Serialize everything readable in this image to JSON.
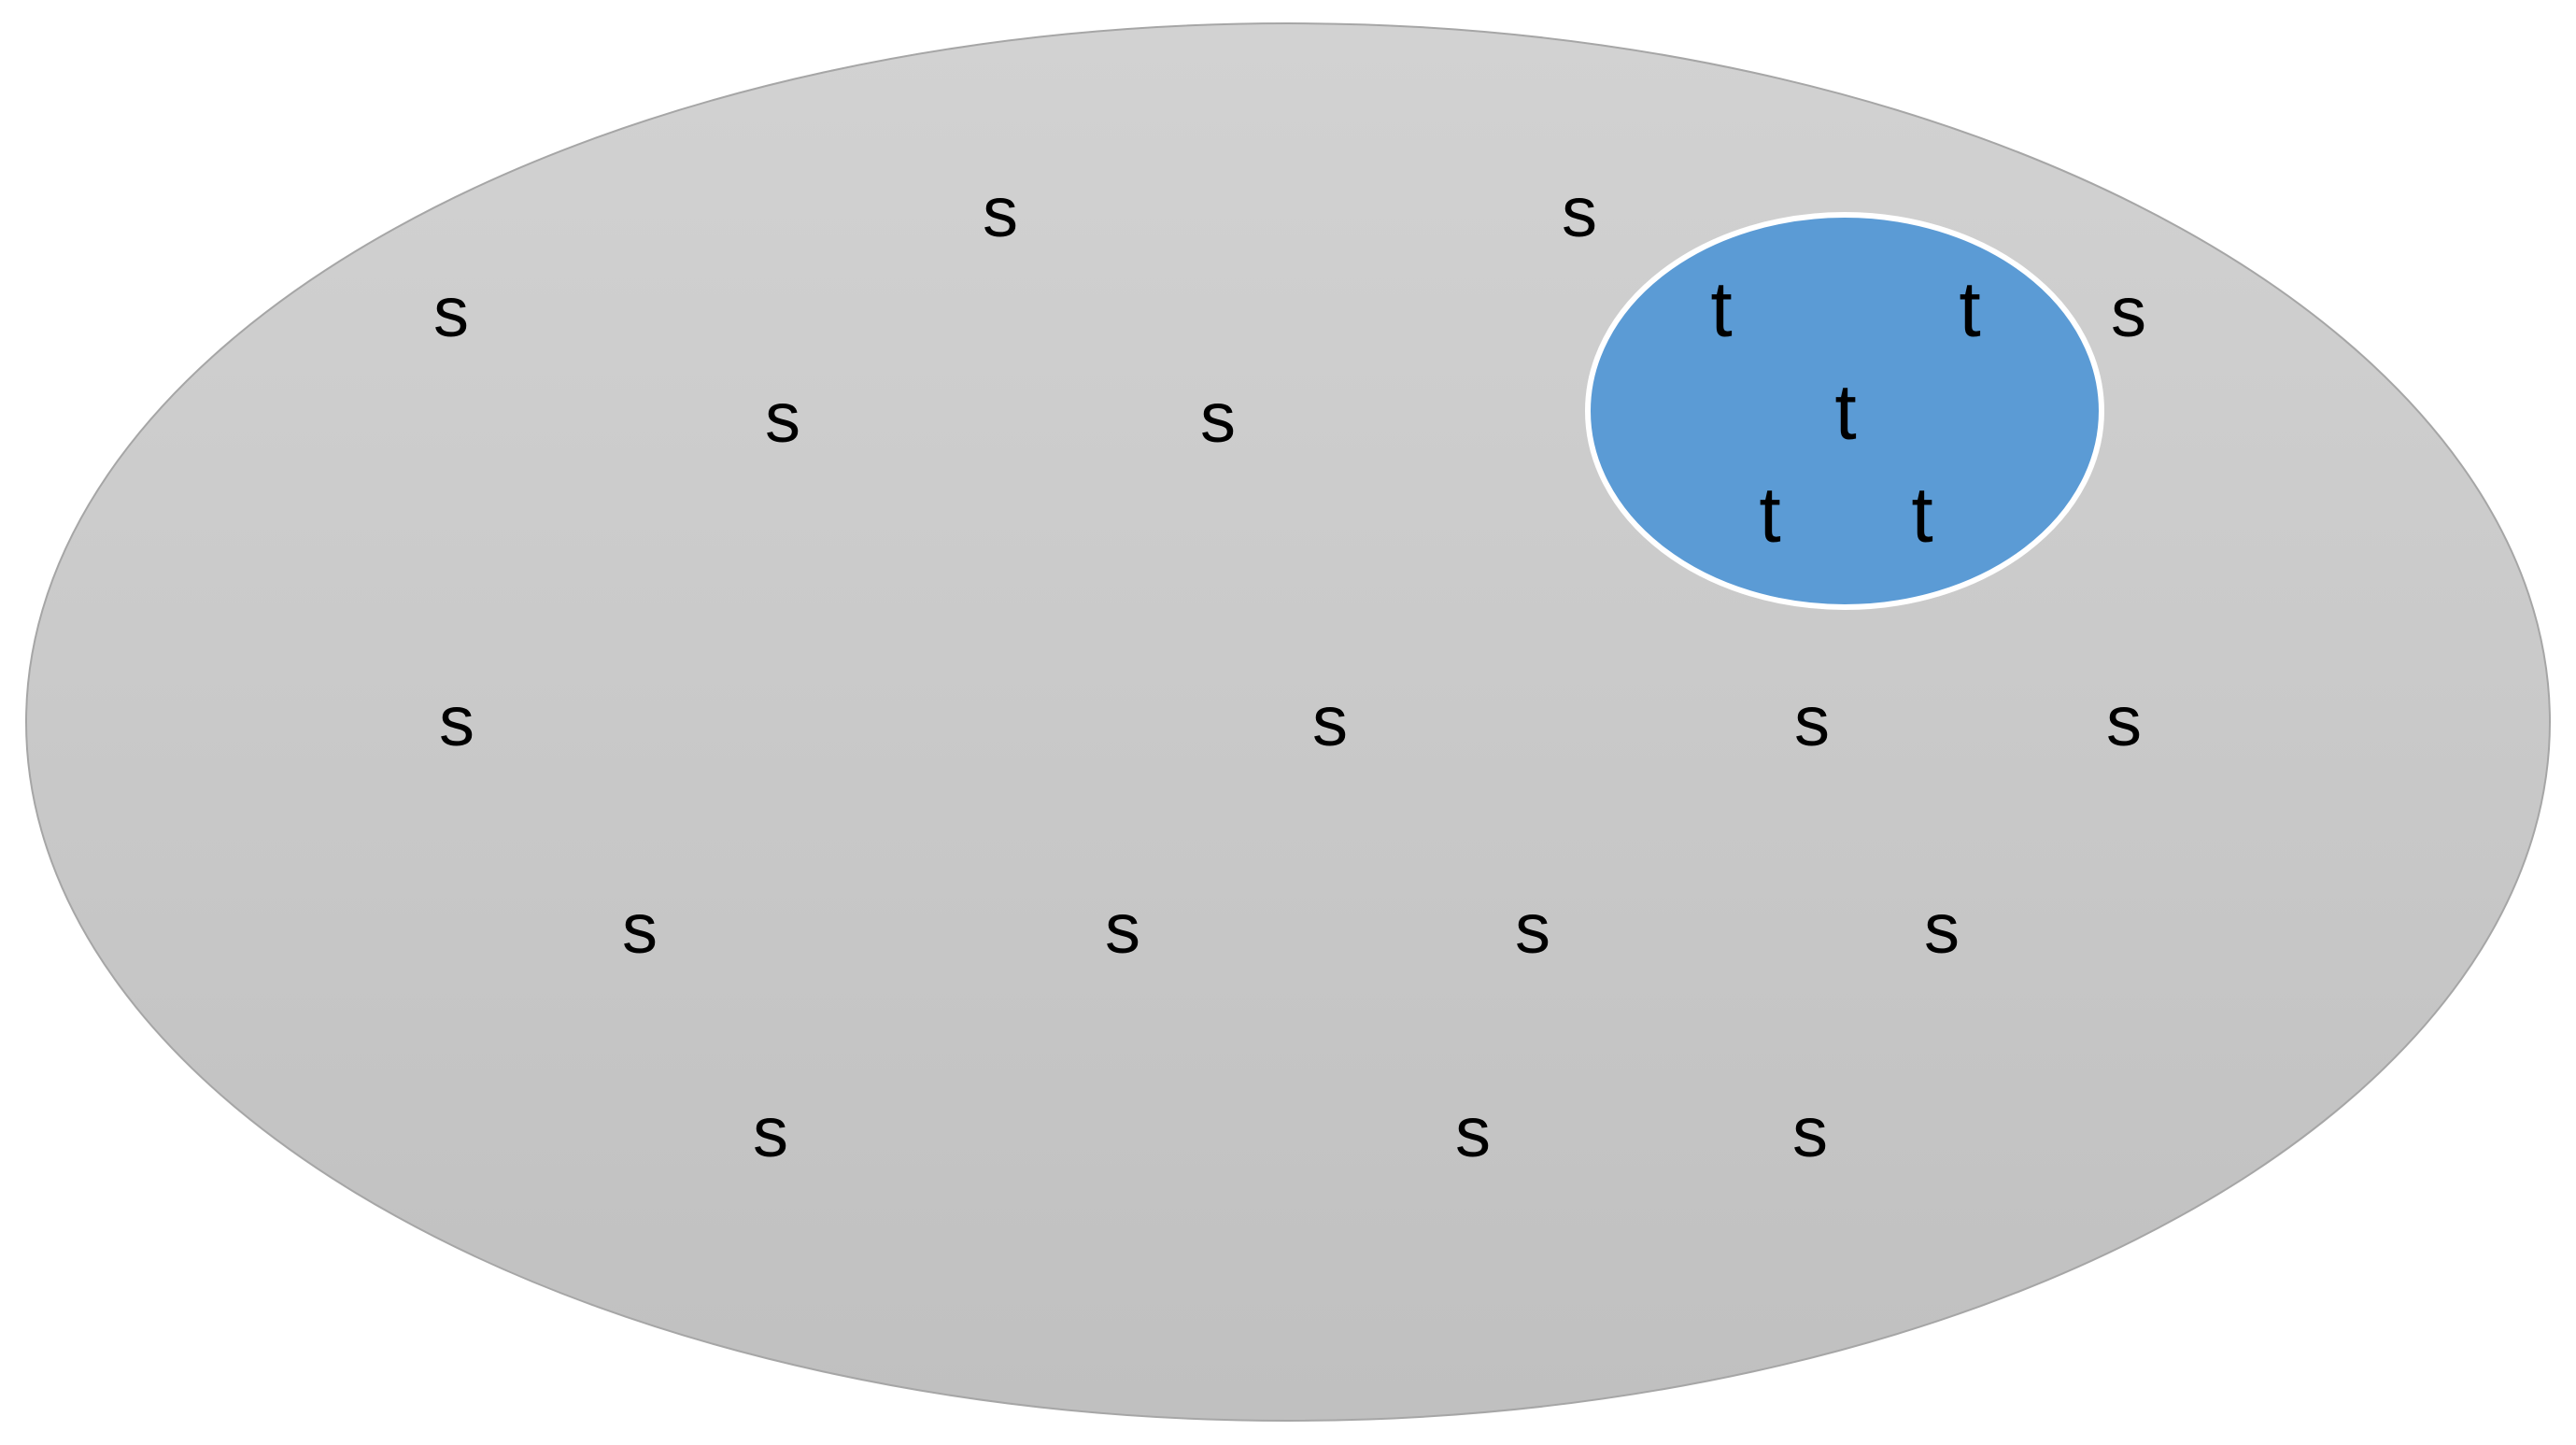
{
  "colors": {
    "outer_fill_top": "#d2d2d2",
    "outer_fill_bottom": "#c0c0c0",
    "outer_stroke": "#a6a6a6",
    "inner_fill": "#5b9bd5",
    "inner_stroke": "#ffffff",
    "text": "#000000"
  },
  "outer_set": {
    "elements": [
      "s",
      "s",
      "s",
      "s",
      "s",
      "s",
      "s",
      "s",
      "s",
      "s",
      "s",
      "s",
      "s",
      "s",
      "s",
      "s",
      "s",
      "s"
    ]
  },
  "inner_set": {
    "elements": [
      "t",
      "t",
      "t",
      "t",
      "t"
    ]
  }
}
